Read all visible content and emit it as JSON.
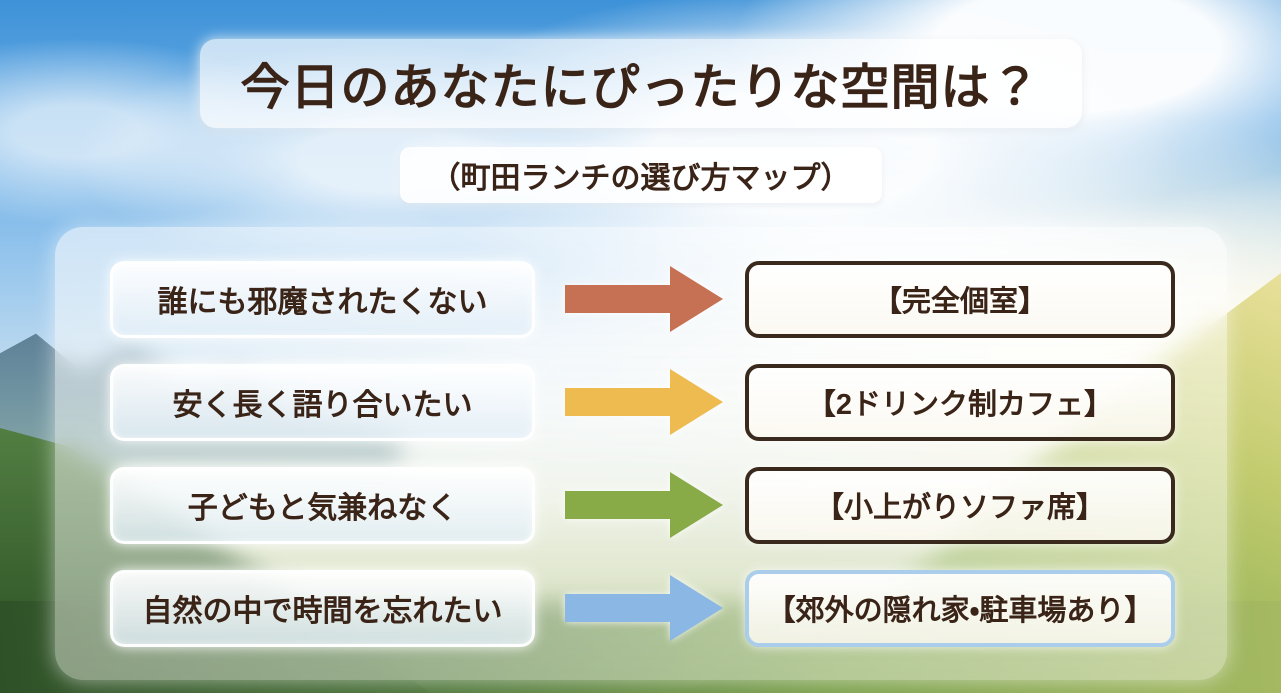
{
  "title": "今日のあなたにぴったりな空間は？",
  "subtitle": "（町田ランチの選び方マップ）",
  "rows": [
    {
      "need": "誰にも邪魔されたくない",
      "result": "【完全個室】",
      "arrow_color": "#c77154",
      "result_border": "#3a2a1d"
    },
    {
      "need": "安く長く語り合いたい",
      "result": "【2ドリンク制カフェ】",
      "arrow_color": "#eebb51",
      "result_border": "#3a2a1d"
    },
    {
      "need": "子どもと気兼ねなく",
      "result": "【小上がりソファ席】",
      "arrow_color": "#88ab48",
      "result_border": "#3a2a1d"
    },
    {
      "need": "自然の中で時間を忘れたい",
      "result": "【郊外の隠れ家・駐車場あり】",
      "arrow_color": "#8bb7e4",
      "result_border": "#a9cdea"
    }
  ],
  "colors": {
    "text_brown": "#3a2418",
    "border_brown": "#3a2a1d",
    "arrow_red": "#c77154",
    "arrow_yellow": "#eebb51",
    "arrow_green": "#88ab48",
    "arrow_blue": "#8bb7e4",
    "result4_border_blue": "#a9cdea"
  }
}
